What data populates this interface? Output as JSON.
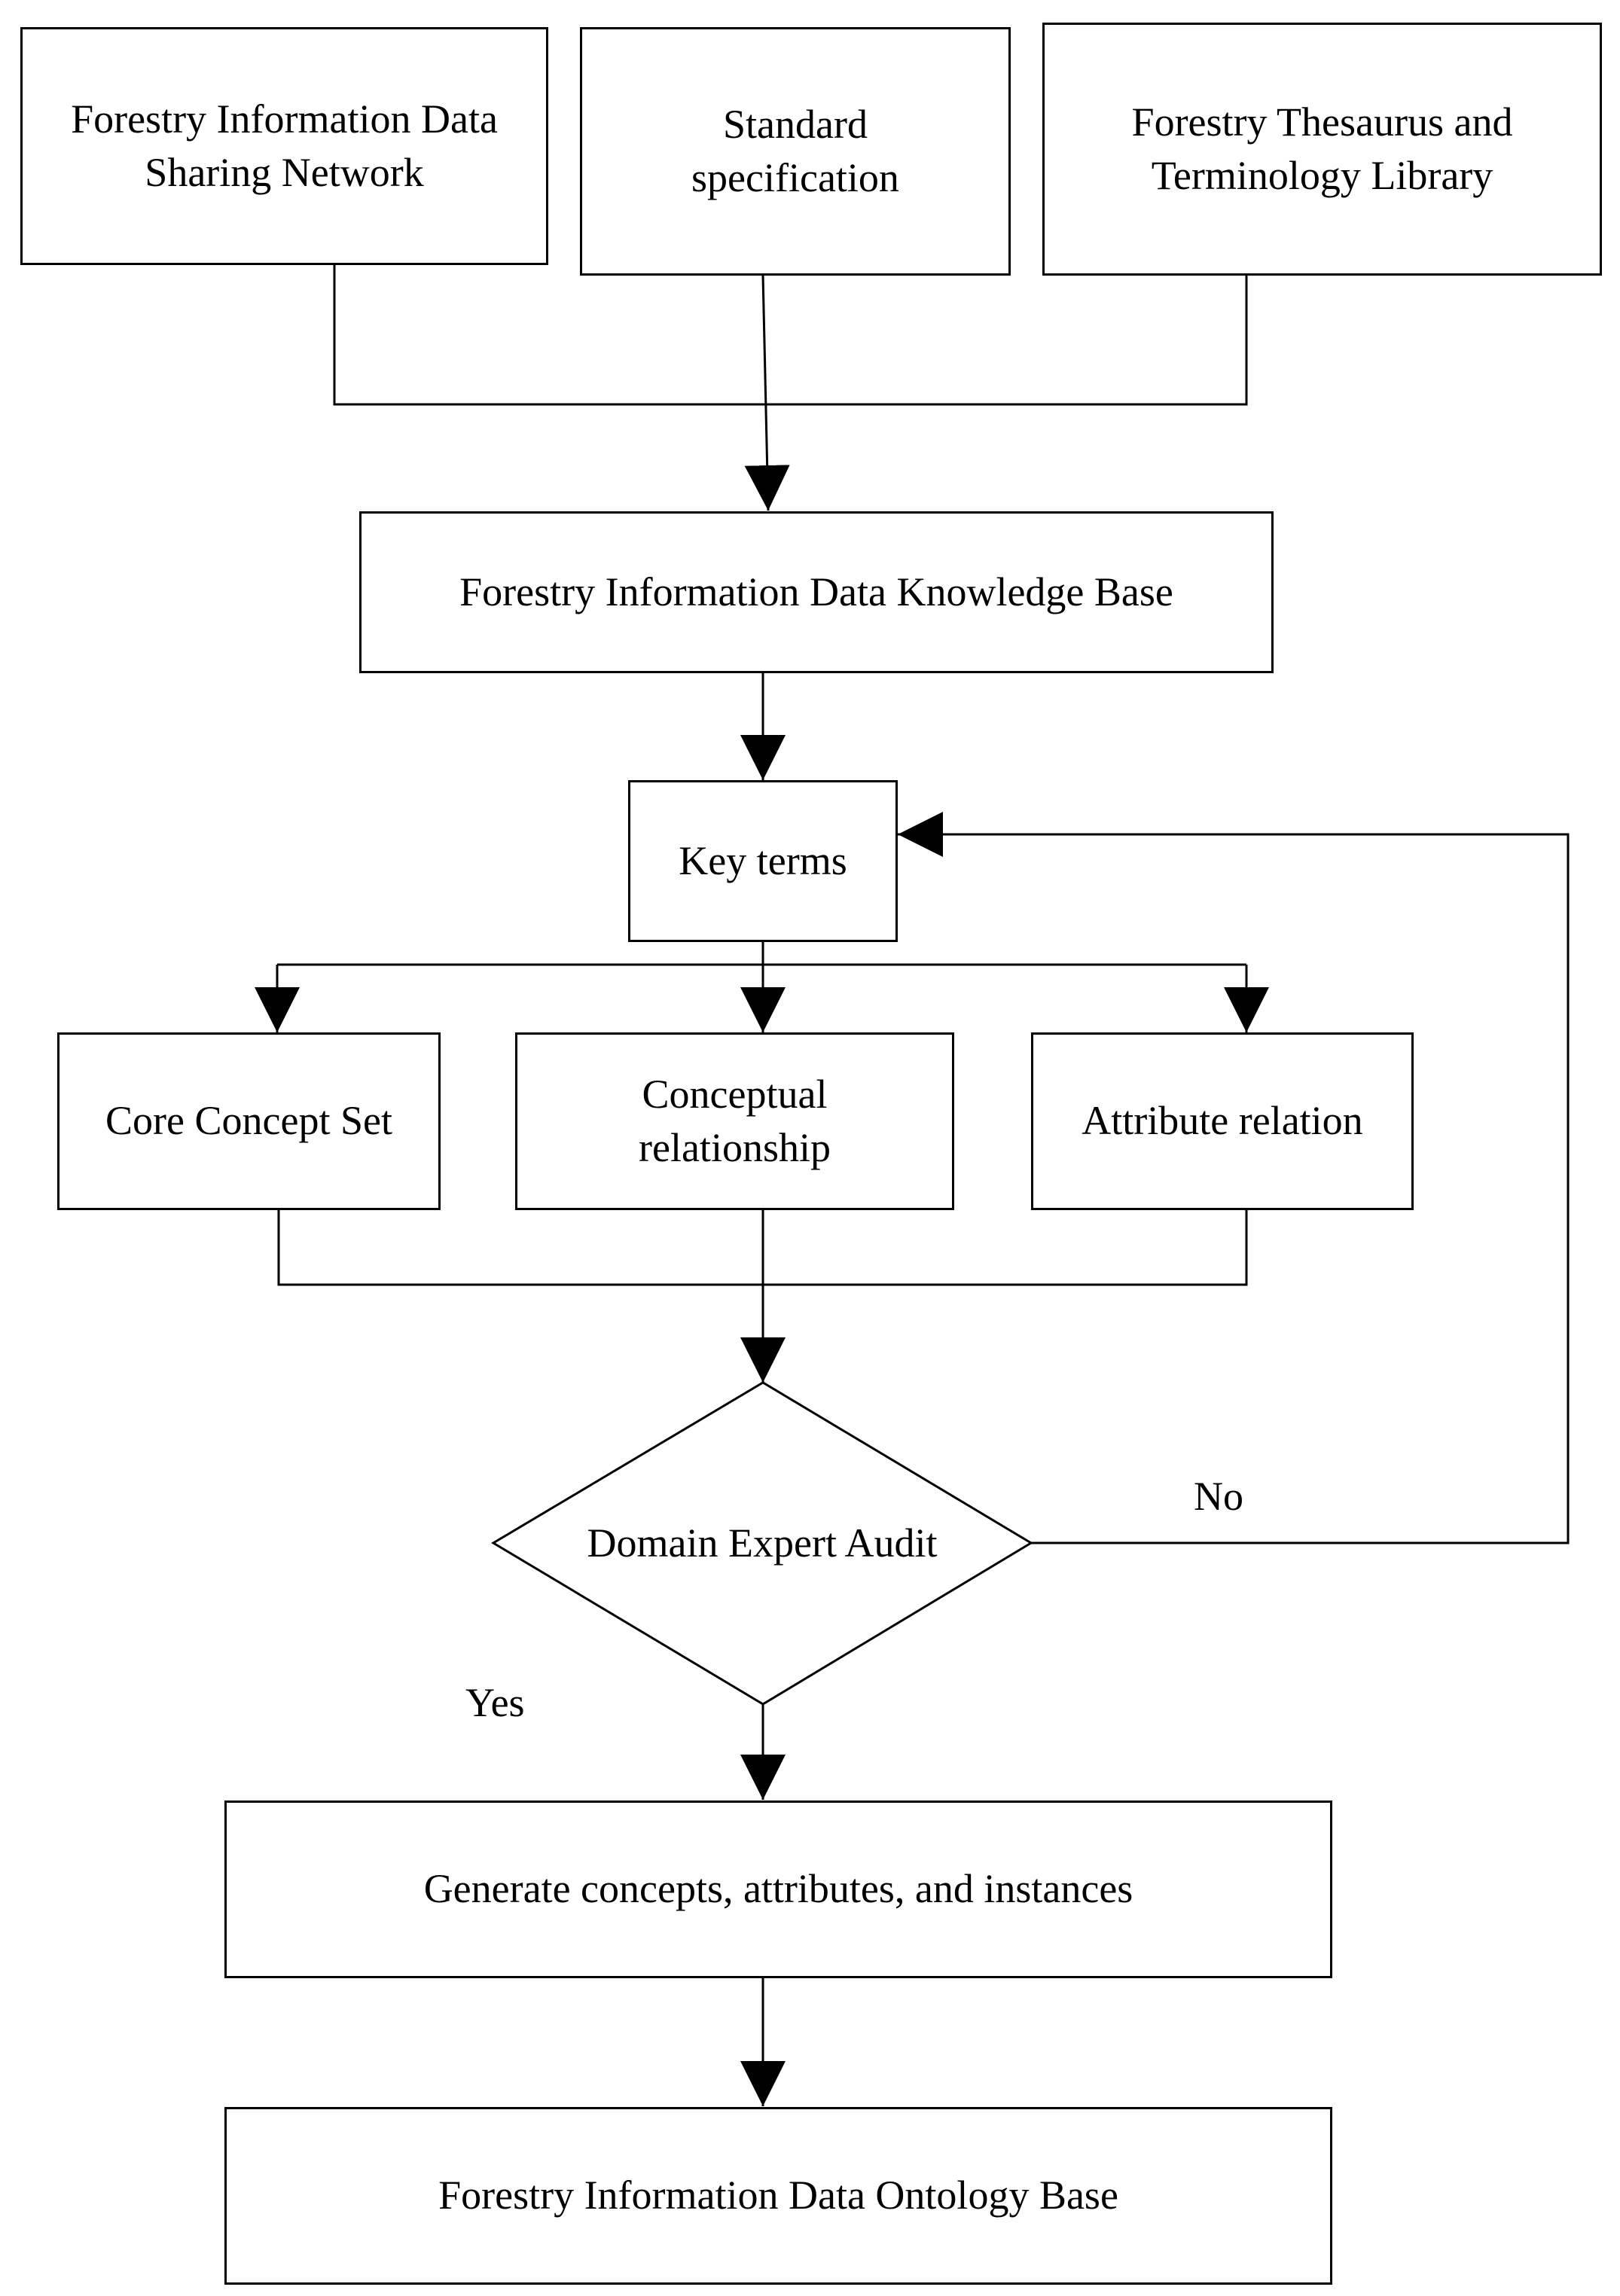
{
  "nodes": {
    "sharing_network": "Forestry Information Data Sharing Network",
    "standard_spec": "Standard specification",
    "thesaurus": "Forestry Thesaurus and Terminology Library",
    "knowledge_base": "Forestry Information Data Knowledge Base",
    "key_terms": "Key terms",
    "core_concept": "Core Concept Set",
    "conceptual_rel": "Conceptual relationship",
    "attribute_rel": "Attribute relation",
    "expert_audit": "Domain Expert Audit",
    "generate": "Generate concepts, attributes, and instances",
    "ontology_base": "Forestry Information Data Ontology Base"
  },
  "edge_labels": {
    "no": "No",
    "yes": "Yes"
  },
  "colors": {
    "stroke": "#000000",
    "background": "#ffffff"
  }
}
